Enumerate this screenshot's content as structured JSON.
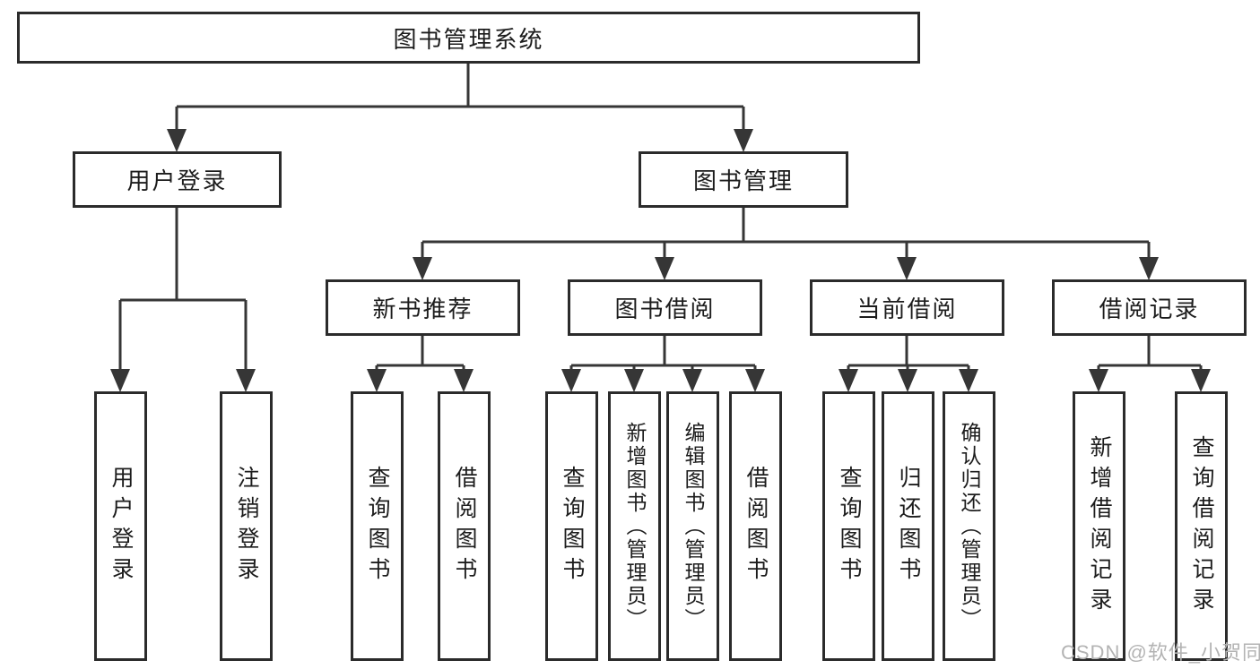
{
  "tree": {
    "label": "图书管理系统",
    "children": [
      {
        "label": "用户登录",
        "children": [
          {
            "label": "用户登录"
          },
          {
            "label": "注销登录"
          }
        ]
      },
      {
        "label": "图书管理",
        "children": [
          {
            "label": "新书推荐",
            "children": [
              {
                "label": "查询图书"
              },
              {
                "label": "借阅图书"
              }
            ]
          },
          {
            "label": "图书借阅",
            "children": [
              {
                "label": "查询图书"
              },
              {
                "label": "新增图书（管理员）"
              },
              {
                "label": "编辑图书（管理员）"
              },
              {
                "label": "借阅图书"
              }
            ]
          },
          {
            "label": "当前借阅",
            "children": [
              {
                "label": "查询图书"
              },
              {
                "label": "归还图书"
              },
              {
                "label": "确认归还（管理员）"
              }
            ]
          },
          {
            "label": "借阅记录",
            "children": [
              {
                "label": "新增借阅记录"
              },
              {
                "label": "查询借阅记录"
              }
            ]
          }
        ]
      }
    ]
  },
  "watermark": {
    "text": "CSDN @软件_小贺同学"
  },
  "colors": {
    "background": "#ffffff",
    "line": "#363636",
    "box_border": "#2b2b2b",
    "text": "#1c1c1c",
    "watermark": "#b3b3b3"
  }
}
